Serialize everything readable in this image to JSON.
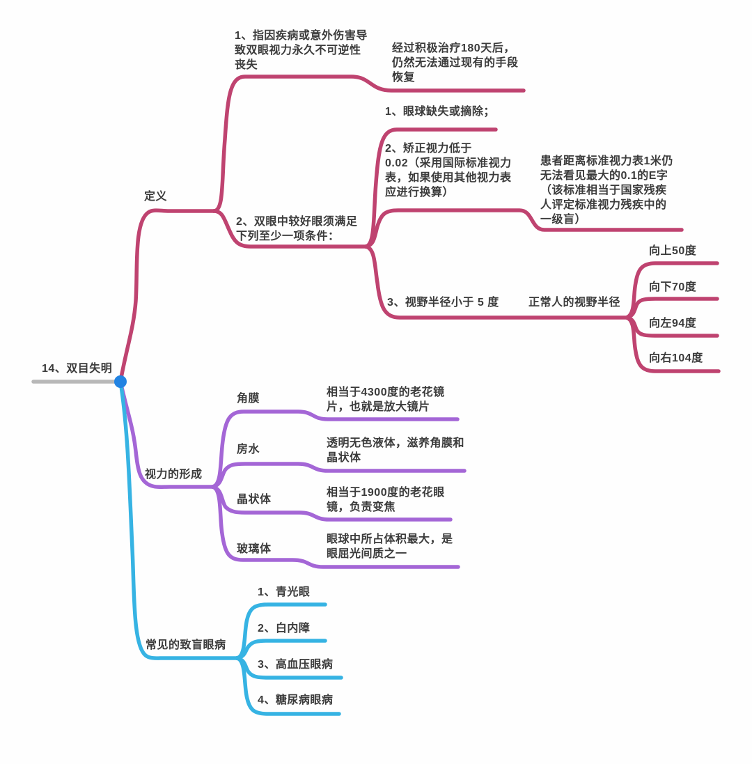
{
  "colors": {
    "definition_branch": "#bf4370",
    "vision_branch": "#a466d6",
    "disease_branch": "#36b3e3",
    "root_underline": "#b8b8b8",
    "root_dot": "#2283e2",
    "text": "#3b3b3b"
  },
  "root": {
    "label": "14、双目失明"
  },
  "definition": {
    "label": "定义",
    "cause": "1、指因疾病或意外伤害导\n致双眼视力永久不可逆性\n丧失",
    "cause_detail": "经过积极治疗180天后，\n仍然无法通过现有的手段\n恢复",
    "criteria": "2、双眼中较好眼须满足\n下列至少一项条件：",
    "item1": "1、眼球缺失或摘除；",
    "item2": "2、矫正视力低于\n0.02（采用国际标准视力\n表，如果使用其他视力表\n应进行换算）",
    "item2_detail": "患者距离标准视力表1米仍\n无法看见最大的0.1的E字\n（该标准相当于国家残疾\n人评定标准视力残疾中的\n一级盲）",
    "item3": "3、视野半径小于 5 度",
    "item3_detail": "正常人的视野半径",
    "fov_up": "向上50度",
    "fov_down": "向下70度",
    "fov_left": "向左94度",
    "fov_right": "向右104度"
  },
  "vision_formation": {
    "label": "视力的形成",
    "cornea": "角膜",
    "cornea_desc": "相当于4300度的老花镜\n片，也就是放大镜片",
    "aqueous": "房水",
    "aqueous_desc": "透明无色液体，滋养角膜和\n晶状体",
    "lens": "晶状体",
    "lens_desc": "相当于1900度的老花眼\n镜，负责变焦",
    "vitreous": "玻璃体",
    "vitreous_desc": "眼球中所占体积最大，是\n眼屈光间质之一"
  },
  "diseases": {
    "label": "常见的致盲眼病",
    "item1": "1、青光眼",
    "item2": "2、白内障",
    "item3": "3、高血压眼病",
    "item4": "4、糖尿病眼病"
  }
}
